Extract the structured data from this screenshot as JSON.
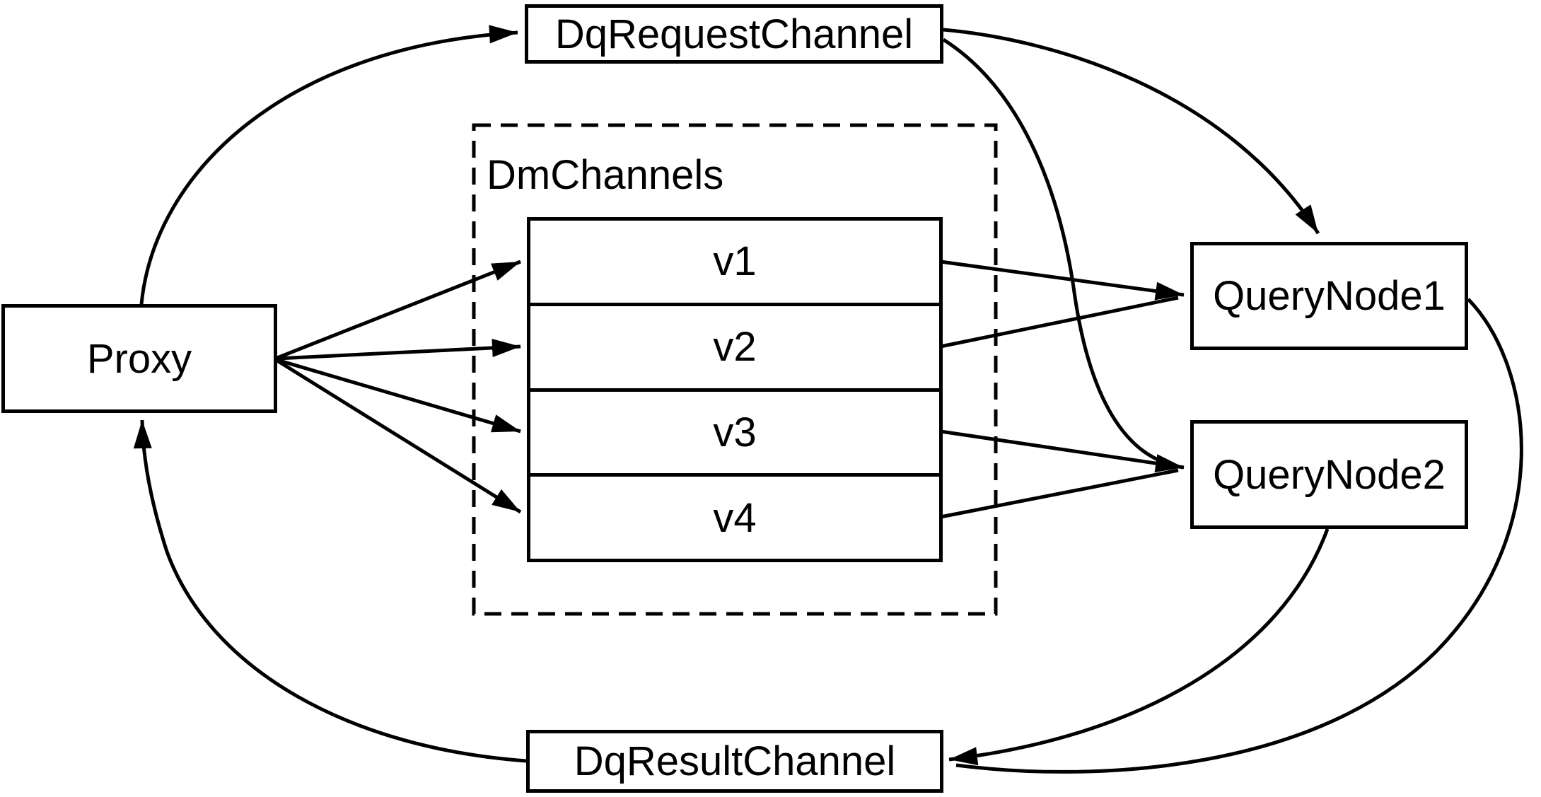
{
  "nodes": {
    "proxy": "Proxy",
    "dq_request_channel": "DqRequestChannel",
    "dm_channels_group": "DmChannels",
    "v1": "v1",
    "v2": "v2",
    "v3": "v3",
    "v4": "v4",
    "query_node_1": "QueryNode1",
    "query_node_2": "QueryNode2",
    "dq_result_channel": "DqResultChannel"
  },
  "edges": [
    {
      "from": "Proxy",
      "to": "DqRequestChannel"
    },
    {
      "from": "Proxy",
      "to": "v1"
    },
    {
      "from": "Proxy",
      "to": "v2"
    },
    {
      "from": "Proxy",
      "to": "v3"
    },
    {
      "from": "Proxy",
      "to": "v4"
    },
    {
      "from": "v1",
      "to": "QueryNode1"
    },
    {
      "from": "v2",
      "to": "QueryNode1"
    },
    {
      "from": "v3",
      "to": "QueryNode2"
    },
    {
      "from": "v4",
      "to": "QueryNode2"
    },
    {
      "from": "DqRequestChannel",
      "to": "QueryNode1"
    },
    {
      "from": "DqRequestChannel",
      "to": "QueryNode2"
    },
    {
      "from": "QueryNode1",
      "to": "DqResultChannel"
    },
    {
      "from": "QueryNode2",
      "to": "DqResultChannel"
    },
    {
      "from": "DqResultChannel",
      "to": "Proxy"
    }
  ],
  "colors": {
    "stroke": "#000000",
    "background": "#ffffff",
    "text": "#000000"
  }
}
